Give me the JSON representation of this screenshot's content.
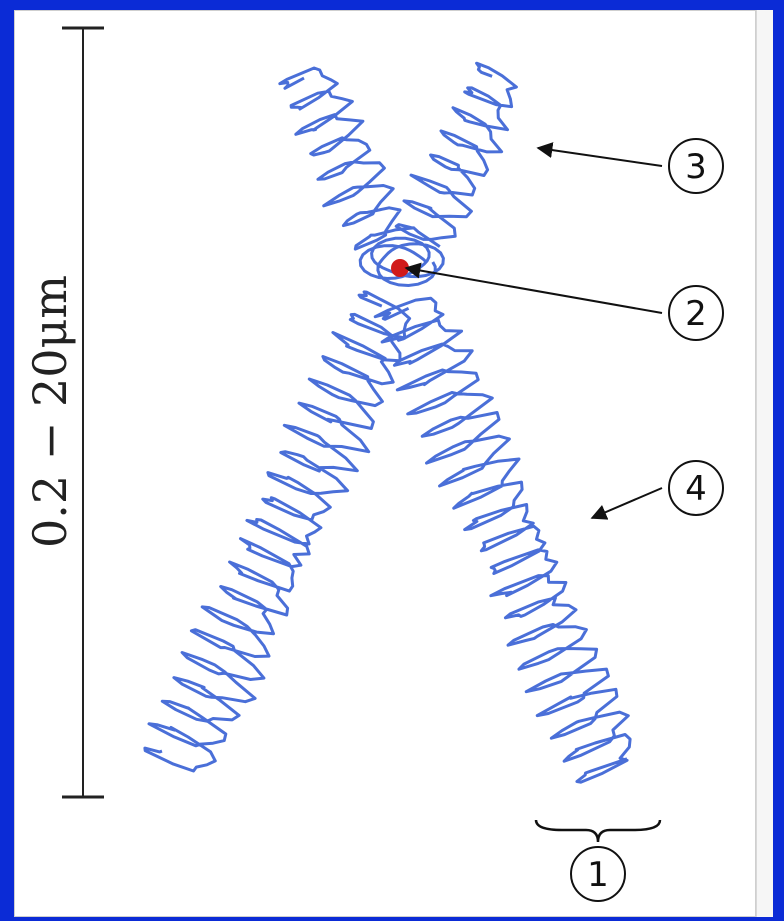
{
  "scale": {
    "label": "0.2 − 20μm"
  },
  "markers": [
    {
      "id": "1",
      "label": "1"
    },
    {
      "id": "2",
      "label": "2"
    },
    {
      "id": "3",
      "label": "3"
    },
    {
      "id": "4",
      "label": "4"
    }
  ],
  "colors": {
    "background": "#0b2bd6",
    "panel": "#ffffff",
    "chromatin": "#4a6fd8",
    "centromere": "#d11a1a",
    "ink": "#111111"
  }
}
